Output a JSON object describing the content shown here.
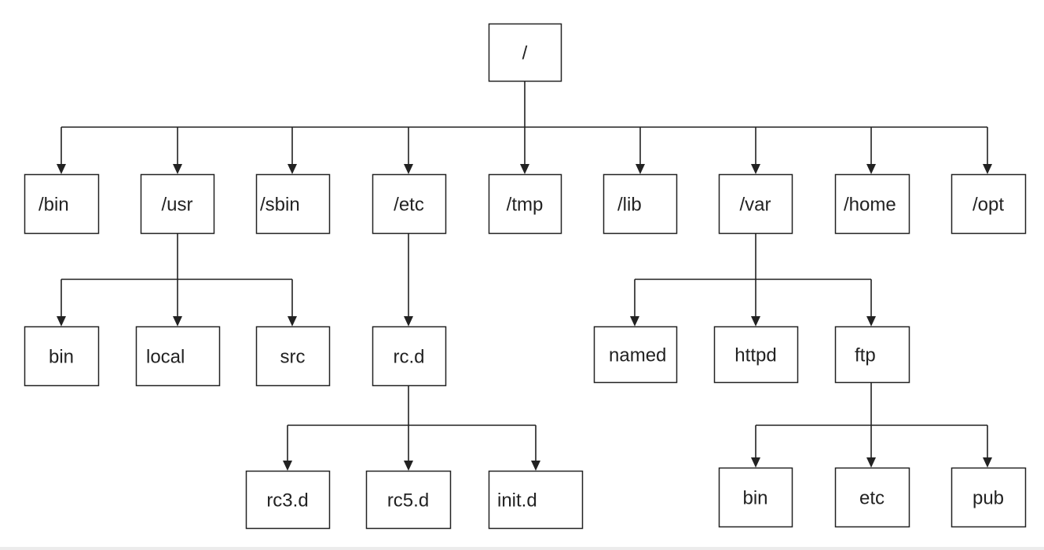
{
  "diagram": {
    "colors": {
      "line": "#222222",
      "box_fill": "#ffffff",
      "text": "#222222",
      "background": "#ffffff"
    },
    "nodes": {
      "root": "/",
      "bin": "/bin",
      "usr": "/usr",
      "sbin": "/sbin",
      "etc": "/etc",
      "tmp": "/tmp",
      "lib": "/lib",
      "var": "/var",
      "home": "/home",
      "opt": "/opt",
      "usr_bin": "bin",
      "usr_local": "local",
      "usr_src": "src",
      "rcd": "rc.d",
      "rc3d": "rc3.d",
      "rc5d": "rc5.d",
      "initd": "init.d",
      "named": "named",
      "httpd": "httpd",
      "ftp": "ftp",
      "ftp_bin": "bin",
      "ftp_etc": "etc",
      "ftp_pub": "pub"
    },
    "edges": [
      [
        "root",
        "bin"
      ],
      [
        "root",
        "usr"
      ],
      [
        "root",
        "sbin"
      ],
      [
        "root",
        "etc"
      ],
      [
        "root",
        "tmp"
      ],
      [
        "root",
        "lib"
      ],
      [
        "root",
        "var"
      ],
      [
        "root",
        "home"
      ],
      [
        "root",
        "opt"
      ],
      [
        "usr",
        "usr_bin"
      ],
      [
        "usr",
        "usr_local"
      ],
      [
        "usr",
        "usr_src"
      ],
      [
        "etc",
        "rcd"
      ],
      [
        "rcd",
        "rc3d"
      ],
      [
        "rcd",
        "rc5d"
      ],
      [
        "rcd",
        "initd"
      ],
      [
        "var",
        "named"
      ],
      [
        "var",
        "httpd"
      ],
      [
        "var",
        "ftp"
      ],
      [
        "ftp",
        "ftp_bin"
      ],
      [
        "ftp",
        "ftp_etc"
      ],
      [
        "ftp",
        "ftp_pub"
      ]
    ]
  }
}
